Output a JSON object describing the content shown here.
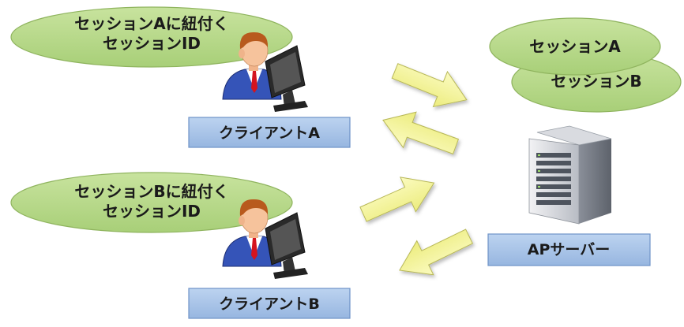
{
  "client_a": {
    "bubble_line1": "セッションAに紐付く",
    "bubble_line2": "セッションID",
    "label": "クライアントA"
  },
  "client_b": {
    "bubble_line1": "セッションBに紐付く",
    "bubble_line2": "セッションID",
    "label": "クライアントB"
  },
  "server": {
    "session_front": "セッションA",
    "session_back": "セッションB",
    "label": "APサーバー"
  },
  "colors": {
    "bubble_fill": "#b9d98c",
    "bubble_stroke": "#8fb45e",
    "label_fill": "#a9c4e8",
    "label_stroke": "#6f93c7",
    "arrow_fill": "#f4f59a",
    "arrow_stroke": "#b8b858"
  },
  "icons": {
    "client": "user-at-computer-icon",
    "server": "server-tower-icon"
  }
}
